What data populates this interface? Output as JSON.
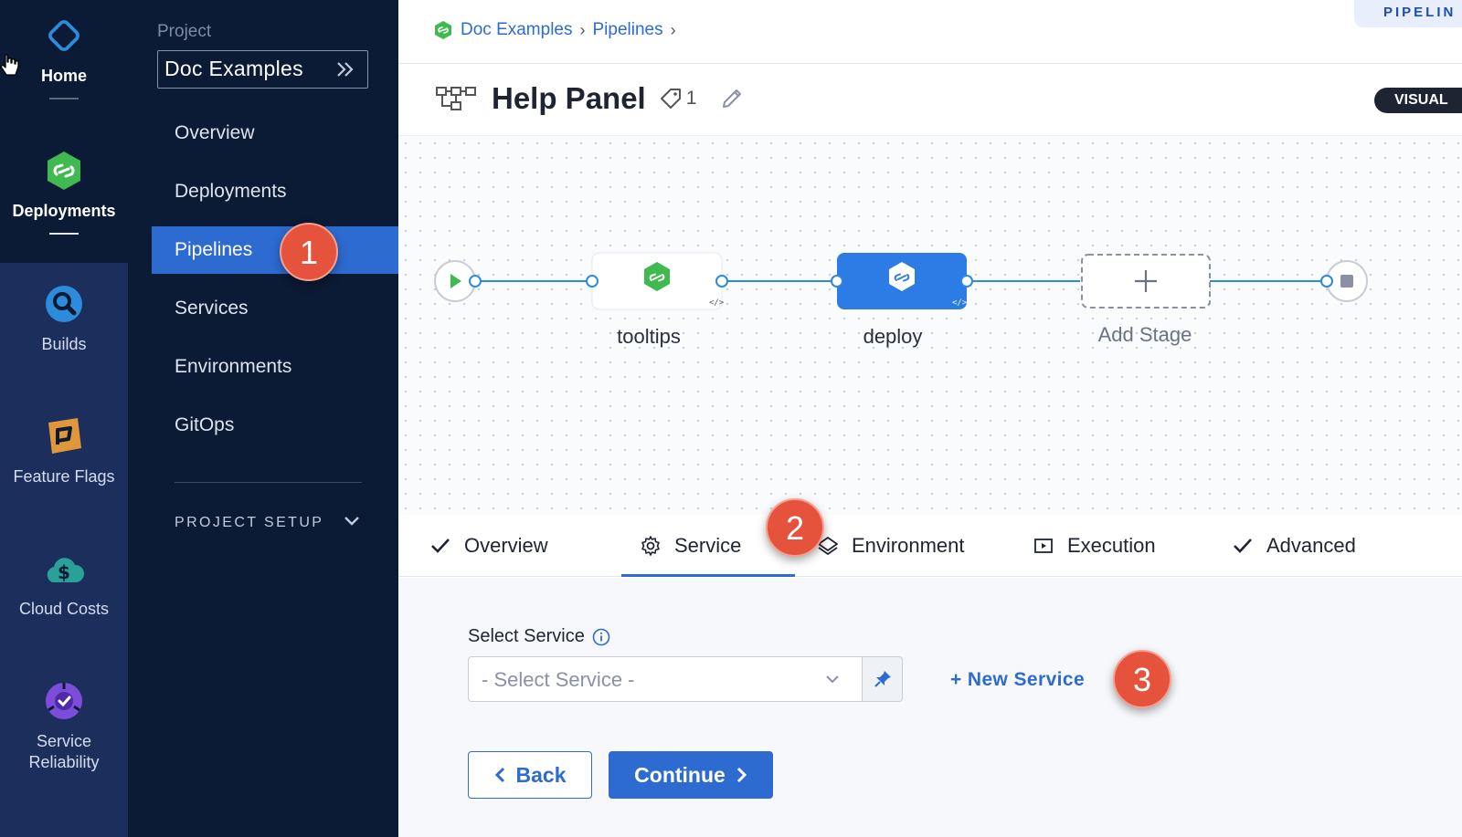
{
  "rail": {
    "items": [
      {
        "id": "home",
        "label": "Home",
        "icon": "home-icon"
      },
      {
        "id": "deployments",
        "label": "Deployments",
        "icon": "deployments-icon"
      },
      {
        "id": "builds",
        "label": "Builds",
        "icon": "builds-icon"
      },
      {
        "id": "feature_flags",
        "label": "Feature Flags",
        "icon": "feature-flags-icon"
      },
      {
        "id": "cloud_costs",
        "label": "Cloud Costs",
        "icon": "cloud-costs-icon"
      },
      {
        "id": "service_reliability",
        "label_line1": "Service",
        "label_line2": "Reliability",
        "icon": "service-reliability-icon"
      }
    ]
  },
  "nav": {
    "project_label": "Project",
    "project_name": "Doc Examples",
    "items": [
      {
        "label": "Overview"
      },
      {
        "label": "Deployments"
      },
      {
        "label": "Pipelines",
        "active": true
      },
      {
        "label": "Services"
      },
      {
        "label": "Environments"
      },
      {
        "label": "GitOps"
      }
    ],
    "project_setup": "PROJECT SETUP"
  },
  "breadcrumb": {
    "project": "Doc Examples",
    "section": "Pipelines"
  },
  "top_tag": "PIPELIN",
  "header": {
    "title": "Help Panel",
    "tag_count": "1",
    "view_mode": "VISUAL"
  },
  "stages": [
    {
      "name": "tooltips",
      "selected": false
    },
    {
      "name": "deploy",
      "selected": true
    }
  ],
  "add_stage_label": "Add Stage",
  "tabs": [
    {
      "label": "Overview",
      "icon": "check-icon"
    },
    {
      "label": "Service",
      "icon": "gear-icon",
      "active": true
    },
    {
      "label": "Environment",
      "icon": "environment-icon"
    },
    {
      "label": "Execution",
      "icon": "execution-icon"
    },
    {
      "label": "Advanced",
      "icon": "check-icon"
    }
  ],
  "form": {
    "select_label": "Select Service",
    "select_placeholder": "- Select Service -",
    "new_service": "+ New Service",
    "back": "Back",
    "continue": "Continue"
  },
  "callouts": [
    "1",
    "2",
    "3"
  ],
  "colors": {
    "accent": "#2d6bd1",
    "rail_dark": "#0b1a35",
    "callout": "#e5533c",
    "cd_green": "#3fb950"
  }
}
